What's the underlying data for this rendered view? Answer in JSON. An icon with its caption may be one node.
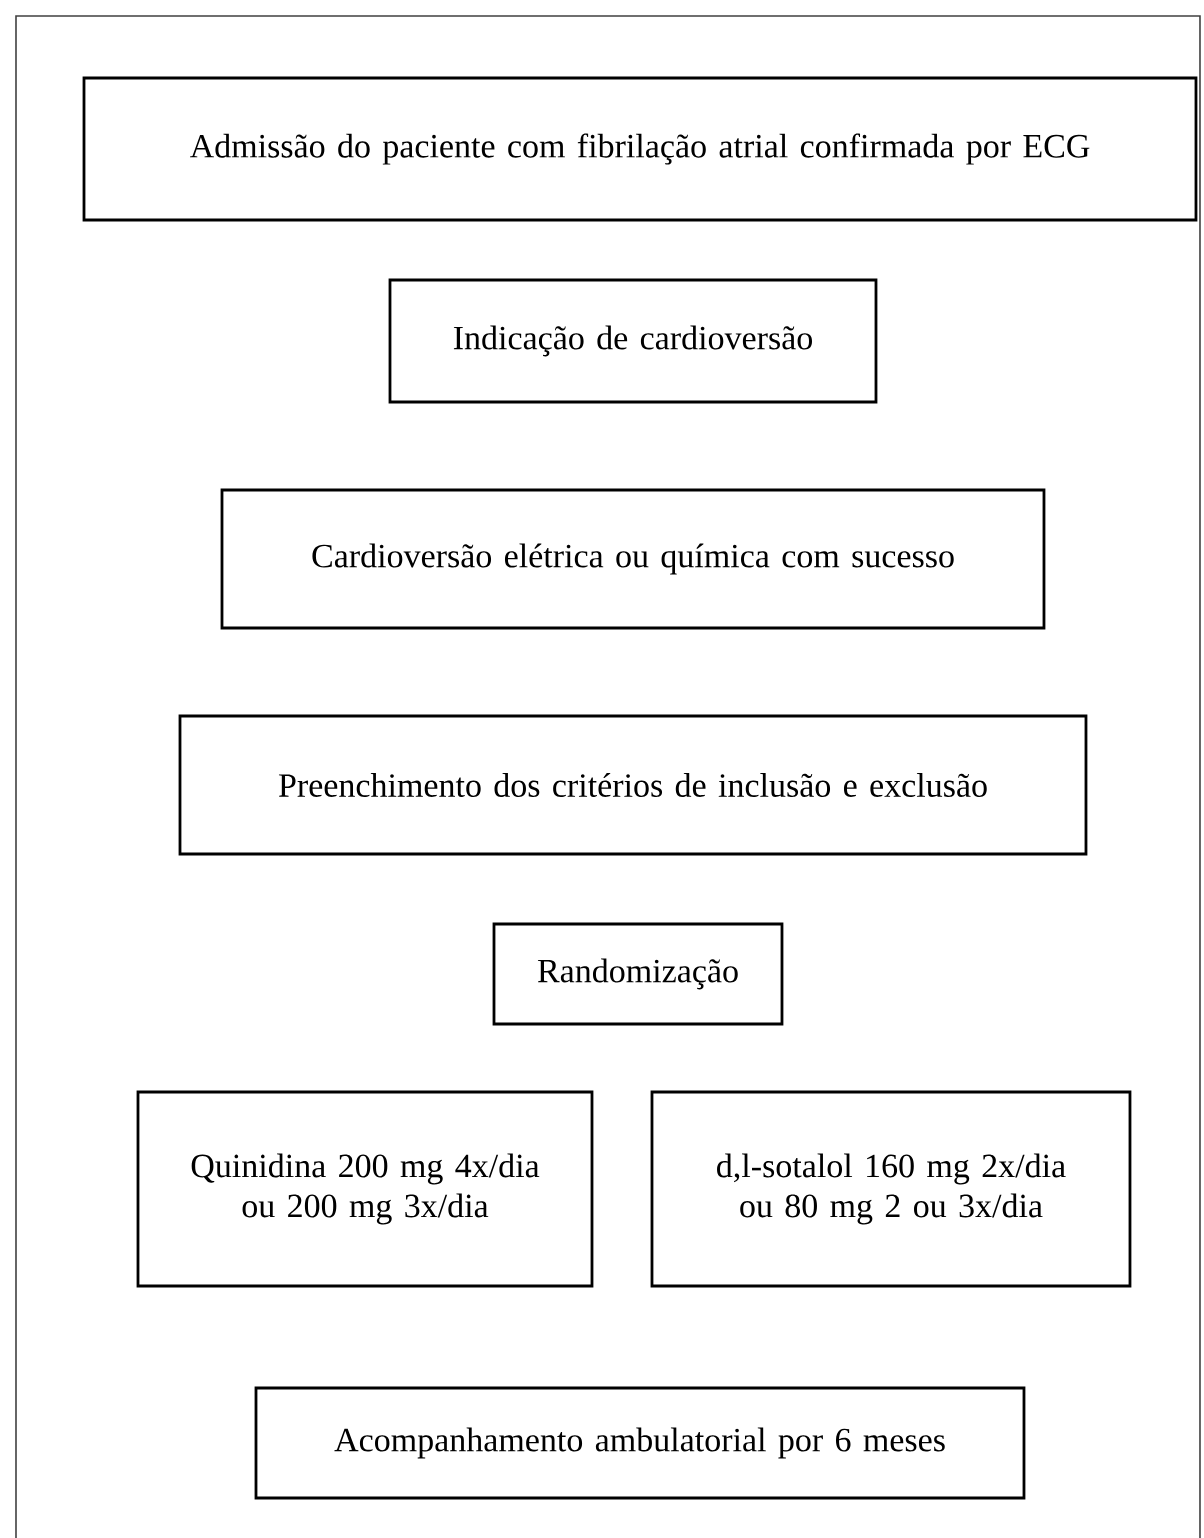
{
  "diagram": {
    "nodes": [
      {
        "text": [
          "Admissão do paciente com fibrilação atrial confirmada por ECG"
        ]
      },
      {
        "text": [
          "Indicação de cardioversão"
        ]
      },
      {
        "text": [
          "Cardioversão elétrica ou química com sucesso"
        ]
      },
      {
        "text": [
          "Preenchimento dos critérios de inclusão e exclusão"
        ]
      },
      {
        "text": [
          "Randomização"
        ]
      },
      {
        "text": [
          "Quinidina 200 mg 4x/dia ou 200 mg 3x/dia"
        ]
      },
      {
        "text": [
          "d,l-sotalol 160 mg 2x/dia ou 80 mg 2 ou 3x/dia"
        ]
      },
      {
        "text": [
          "Acompanhamento ambulatorial por 6 meses"
        ]
      }
    ]
  }
}
